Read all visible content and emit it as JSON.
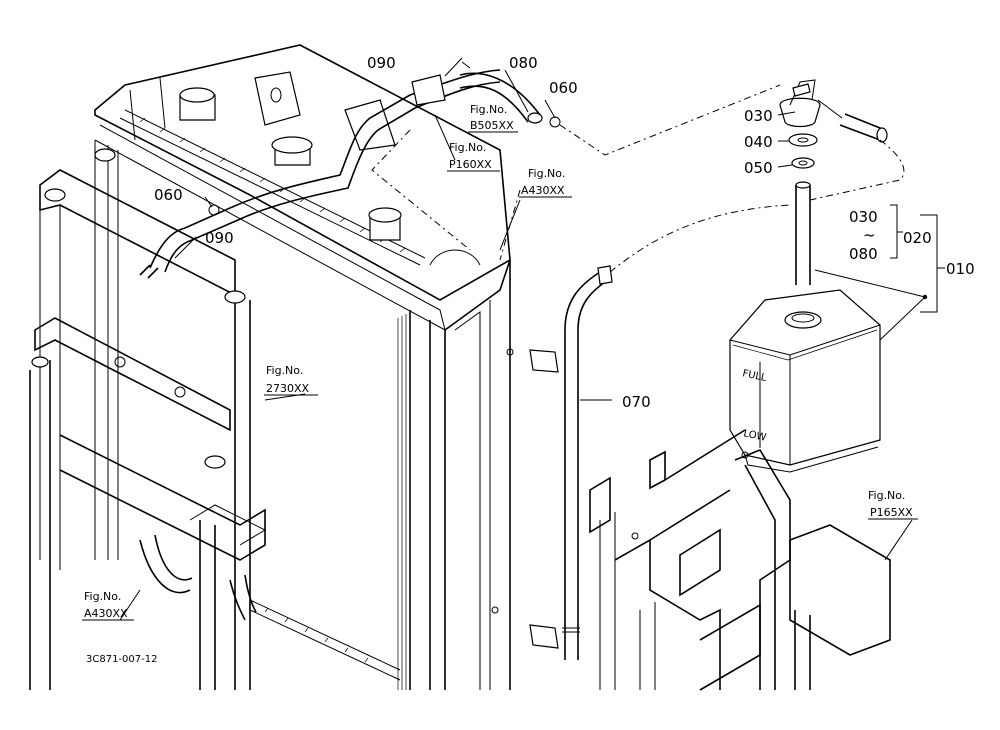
{
  "parts": {
    "p010": "010",
    "p020": "020",
    "p030": "030",
    "p040": "040",
    "p050": "050",
    "p060a": "060",
    "p060b": "060",
    "p070": "070",
    "p080": "080",
    "p090a": "090",
    "p090b": "090",
    "range_top": "030",
    "range_sep": "~",
    "range_bottom": "080"
  },
  "refs": {
    "fig_no": "Fig.No.",
    "b505": "B505XX",
    "p160": "P160XX",
    "a430_top": "A430XX",
    "r2730": "2730XX",
    "a430_bottom": "A430XX",
    "p165": "P165XX"
  },
  "tank": {
    "full": "FULL",
    "low": "LOW"
  },
  "drawing_code": "3C871-007-12"
}
